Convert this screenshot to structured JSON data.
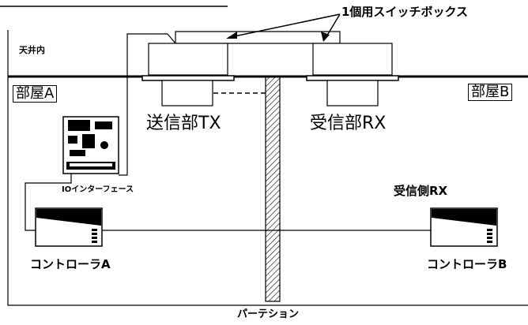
{
  "labels": {
    "switch_box": "1個用スイッチボックス",
    "ceiling": "天井内",
    "room_a": "部屋A",
    "room_b": "部屋B",
    "tx": "送信部TX",
    "rx": "受信部RX",
    "io_interface": "IOインターフェース",
    "receiver_side": "受信側RX",
    "controller_a": "コントローラA",
    "controller_b": "コントローラB",
    "partition": "パーテション"
  },
  "colors": {
    "line": "#000000",
    "background": "#ffffff"
  }
}
